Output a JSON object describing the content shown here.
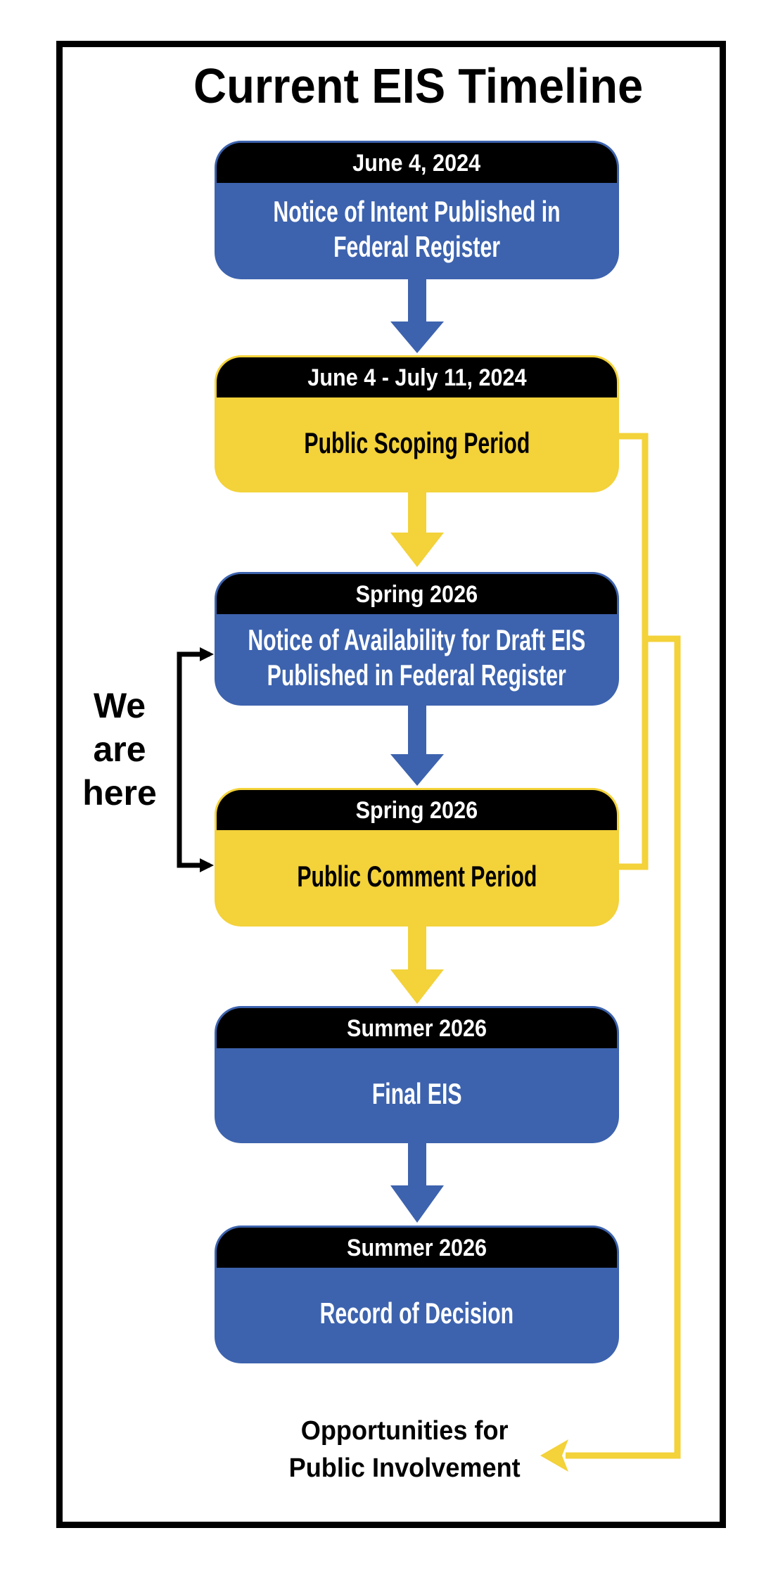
{
  "title": "Current EIS Timeline",
  "colors": {
    "accent_blue": "#3D63AE",
    "accent_yellow": "#F3D23A",
    "header_black": "#000000",
    "border_black": "#000000",
    "background_white": "#FFFFFF"
  },
  "timeline_steps": [
    {
      "date": "June 4, 2024",
      "variant": "blue",
      "label_lines": [
        "Notice of Intent Published in",
        "Federal Register"
      ]
    },
    {
      "date": "June 4 - July 11, 2024",
      "variant": "yellow",
      "label_lines": [
        "Public Scoping Period"
      ]
    },
    {
      "date": "Spring 2026",
      "variant": "blue",
      "label_lines": [
        "Notice of Availability for Draft EIS",
        "Published in Federal Register"
      ]
    },
    {
      "date": "Spring 2026",
      "variant": "yellow",
      "label_lines": [
        "Public Comment Period"
      ]
    },
    {
      "date": "Summer 2026",
      "variant": "blue",
      "label_lines": [
        "Final EIS"
      ]
    },
    {
      "date": "Summer 2026",
      "variant": "blue",
      "label_lines": [
        "Record of Decision"
      ]
    }
  ],
  "annotations": {
    "we_are_here_lines": [
      "We",
      "are",
      "here"
    ],
    "public_involvement_lines": [
      "Opportunities for",
      "Public Involvement"
    ]
  }
}
